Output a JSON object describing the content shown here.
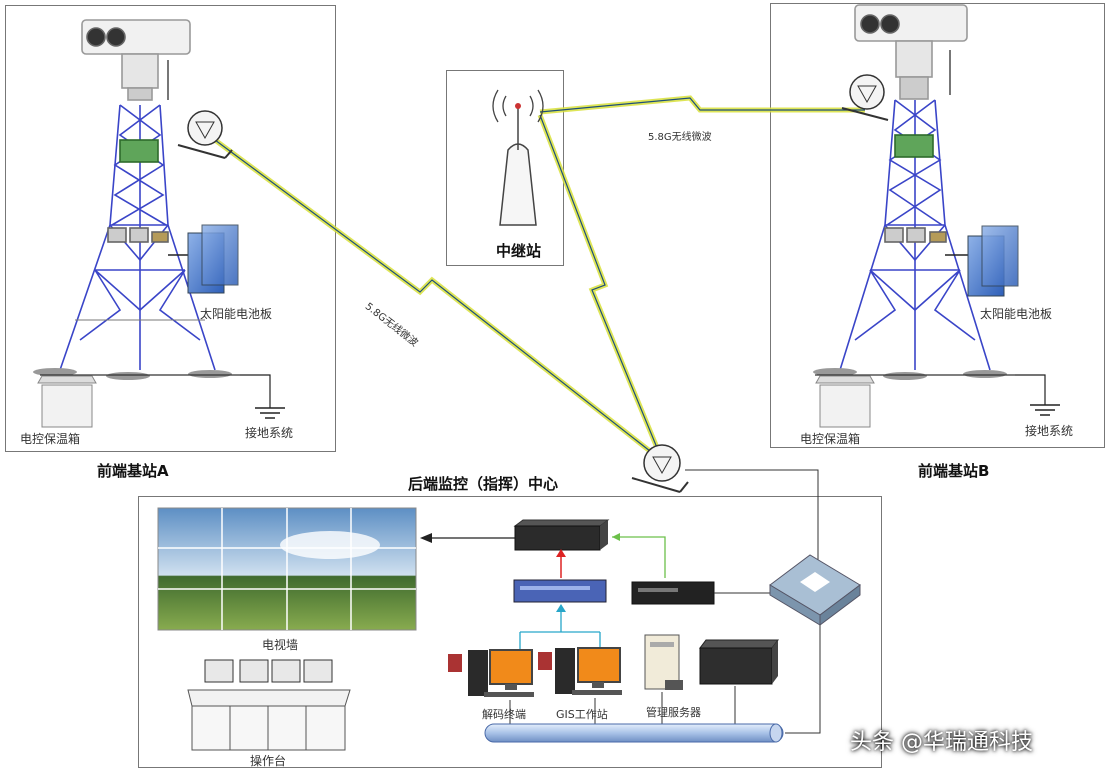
{
  "stations": {
    "a": {
      "title": "前端基站A",
      "solar_label": "太阳能电池板",
      "box_label": "电控保温箱",
      "ground_label": "接地系统"
    },
    "b": {
      "title": "前端基站B",
      "solar_label": "太阳能电池板",
      "box_label": "电控保温箱",
      "ground_label": "接地系统"
    }
  },
  "relay": {
    "title": "中继站"
  },
  "links": {
    "left": "5.8G无线微波",
    "right": "5.8G无线微波"
  },
  "center": {
    "title": "后端监控（指挥）中心",
    "video_wall_label": "电视墙",
    "console_label": "操作台",
    "decoder_label": "解码终端",
    "gis_label": "GIS工作站",
    "server_label": "管理服务器"
  },
  "watermark": "头条 @华瑞通科技"
}
